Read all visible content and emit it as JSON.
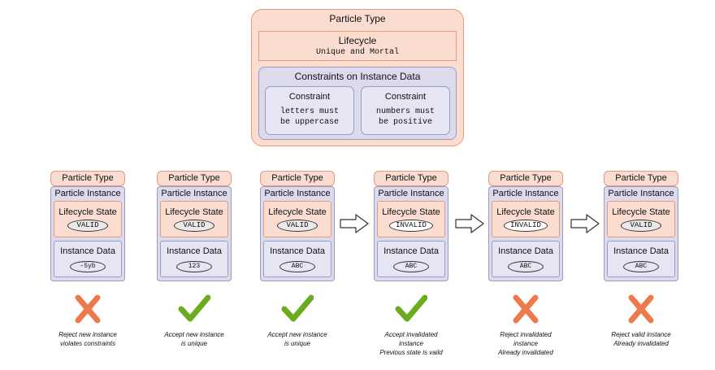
{
  "top": {
    "title": "Particle Type",
    "lifecycle": {
      "title": "Lifecycle",
      "subtitle": "Unique and Mortal"
    },
    "constraints": {
      "title": "Constraints on Instance Data",
      "items": [
        {
          "title": "Constraint",
          "line1": "letters must",
          "line2": "be uppercase"
        },
        {
          "title": "Constraint",
          "line1": "numbers must",
          "line2": "be positive"
        }
      ]
    }
  },
  "labels": {
    "particle_type": "Particle Type",
    "particle_instance": "Particle Instance",
    "lifecycle_state": "Lifecycle State",
    "instance_data": "Instance Data"
  },
  "cards": [
    {
      "state": "VALID",
      "data": "-5yb",
      "result": "reject",
      "caption1": "Reject new instance",
      "caption2": "violates constraints",
      "caption3": ""
    },
    {
      "state": "VALID",
      "data": "123",
      "result": "accept",
      "caption1": "Accept new instance",
      "caption2": "is unique",
      "caption3": ""
    },
    {
      "state": "VALID",
      "data": "ABC",
      "result": "accept",
      "caption1": "Accept new instance",
      "caption2": "is unique",
      "caption3": ""
    },
    {
      "state": "INVALID",
      "data": "ABC",
      "result": "accept",
      "caption1": "Accept invalidated",
      "caption2": "instance",
      "caption3": "Previous state is vaild"
    },
    {
      "state": "INVALID",
      "data": "ABC",
      "result": "reject",
      "caption1": "Reject invalidated",
      "caption2": "instance",
      "caption3": "Already invalidated"
    },
    {
      "state": "VALID",
      "data": "ABC",
      "result": "reject",
      "caption1": "Reject valid instance",
      "caption2": "Already invalidated",
      "caption3": ""
    }
  ],
  "colors": {
    "type_fill": "#fbdcd0",
    "type_border": "#e29a7a",
    "instance_fill": "#dcdbee",
    "instance_border": "#9d9bbf",
    "accept": "#6aac1e",
    "reject": "#ec7a4d"
  }
}
